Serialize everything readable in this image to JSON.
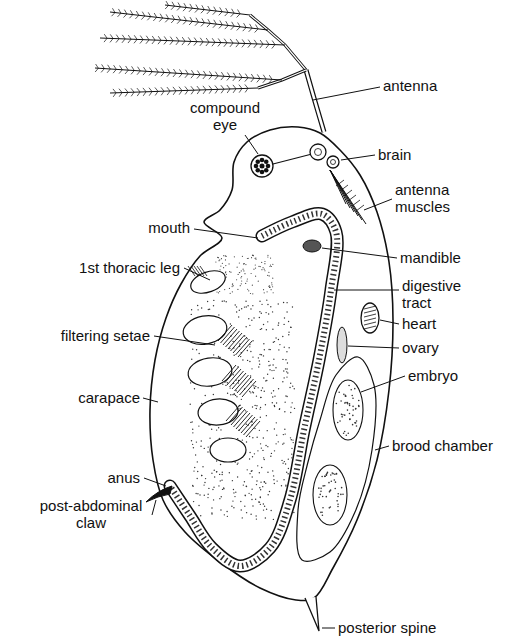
{
  "diagram": {
    "labels": [
      "antenna",
      "compound eye",
      "brain",
      "antenna muscles",
      "mouth",
      "mandible",
      "1st thoracic leg",
      "digestive tract",
      "heart",
      "filtering setae",
      "ovary",
      "carapace",
      "embryo",
      "brood chamber",
      "anus",
      "post-abdominal claw",
      "posterior spine"
    ]
  }
}
